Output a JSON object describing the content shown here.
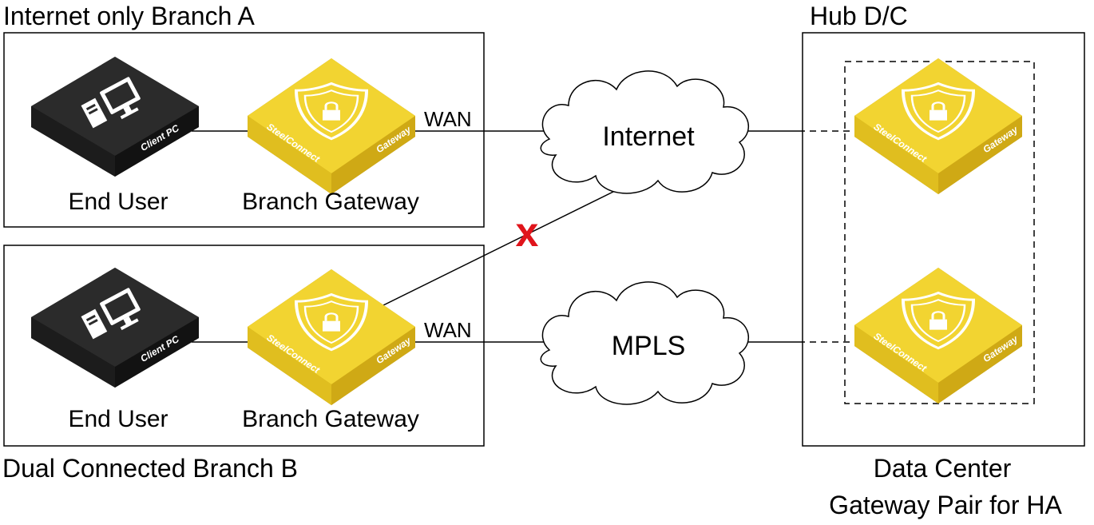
{
  "branch_a": {
    "title": "Internet only Branch A",
    "pc_device_text": "Client PC",
    "pc_caption": "End User",
    "gateway_brand": "SteelConnect",
    "gateway_model": "Gateway",
    "gateway_caption": "Branch Gateway",
    "wan_label": "WAN"
  },
  "branch_b": {
    "title": "Dual Connected Branch B",
    "pc_device_text": "Client PC",
    "pc_caption": "End User",
    "gateway_brand": "SteelConnect",
    "gateway_model": "Gateway",
    "gateway_caption": "Branch Gateway",
    "wan_label": "WAN"
  },
  "clouds": {
    "internet": "Internet",
    "mpls": "MPLS"
  },
  "failure_mark": "x",
  "hub": {
    "title": "Hub D/C",
    "caption_line1": "Data Center",
    "caption_line2": "Gateway Pair for HA",
    "gateway_brand": "SteelConnect",
    "gateway_model": "Gateway"
  },
  "colors": {
    "gateway_top": "#f2d431",
    "gateway_left": "#e0be1f",
    "gateway_right": "#cfa915",
    "pc_top": "#2b2b2b",
    "pc_left": "#1c1c1c",
    "pc_right": "#121212",
    "failure": "#e0141b"
  }
}
